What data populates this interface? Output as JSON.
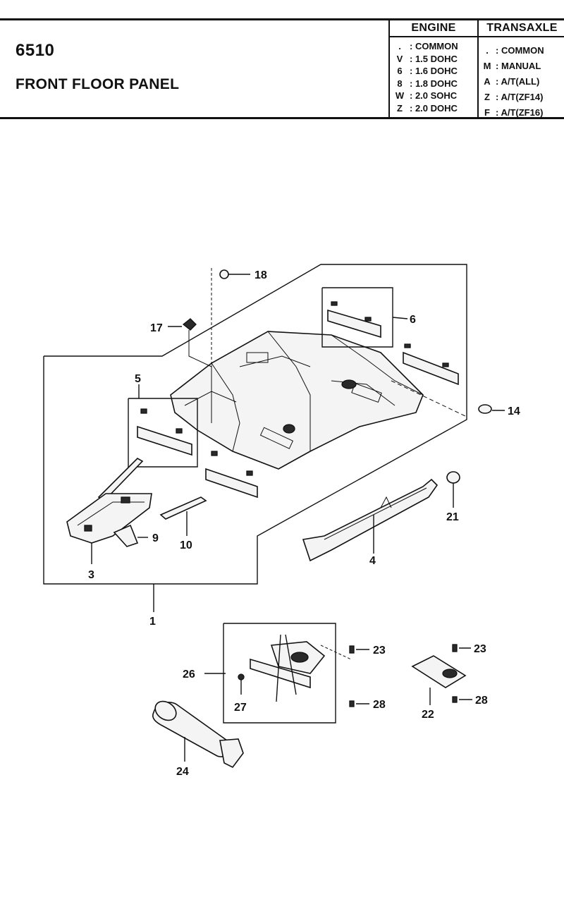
{
  "header": {
    "code": "6510",
    "title": "FRONT FLOOR PANEL"
  },
  "engine": {
    "heading": "ENGINE",
    "rows": [
      {
        "code": ".",
        "desc": ": COMMON"
      },
      {
        "code": "V",
        "desc": ": 1.5 DOHC"
      },
      {
        "code": "6",
        "desc": ": 1.6 DOHC"
      },
      {
        "code": "8",
        "desc": ": 1.8 DOHC"
      },
      {
        "code": "W",
        "desc": ": 2.0 SOHC"
      },
      {
        "code": "Z",
        "desc": ": 2.0 DOHC"
      }
    ]
  },
  "transaxle": {
    "heading": "TRANSAXLE",
    "rows": [
      {
        "code": ".",
        "desc": ": COMMON"
      },
      {
        "code": "M",
        "desc": ": MANUAL"
      },
      {
        "code": "A",
        "desc": ": A/T(ALL)"
      },
      {
        "code": "Z",
        "desc": ": A/T(ZF14)"
      },
      {
        "code": "F",
        "desc": ": A/T(ZF16)"
      }
    ]
  },
  "callouts": {
    "c18": "18",
    "c17": "17",
    "c6": "6",
    "c5": "5",
    "c14": "14",
    "c21": "21",
    "c9": "9",
    "c10": "10",
    "c3": "3",
    "c4": "4",
    "c1": "1",
    "c23a": "23",
    "c23b": "23",
    "c26": "26",
    "c27": "27",
    "c28a": "28",
    "c28b": "28",
    "c22": "22",
    "c24": "24"
  }
}
